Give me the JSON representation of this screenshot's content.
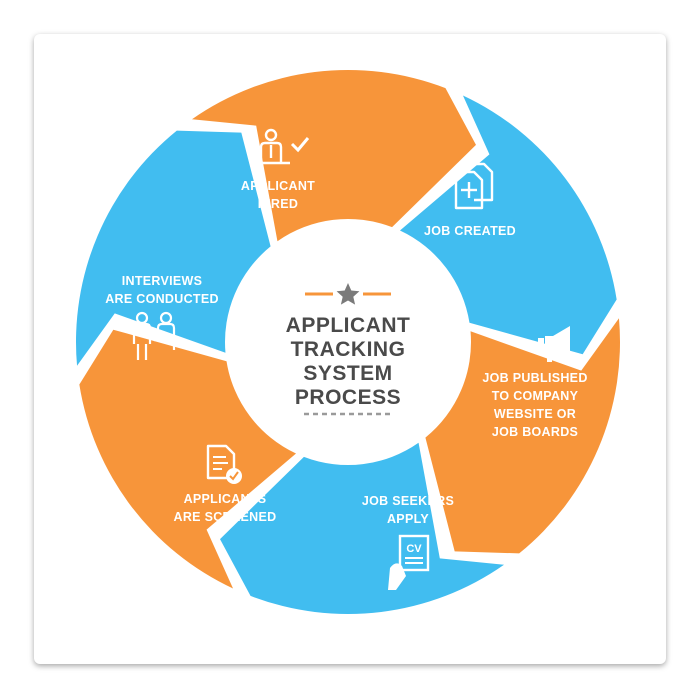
{
  "center": {
    "title_lines": [
      "APPLICANT",
      "TRACKING",
      "SYSTEM",
      "PROCESS"
    ]
  },
  "colors": {
    "blue": "#41bdf0",
    "orange": "#f7953a",
    "center_text": "#4a4a4a",
    "star": "#7a7a7a"
  },
  "steps": [
    {
      "lines": [
        "JOB CREATED"
      ],
      "color": "blue",
      "icon": "documents-icon"
    },
    {
      "lines": [
        "JOB PUBLISHED",
        "TO COMPANY",
        "WEBSITE OR",
        "JOB BOARDS"
      ],
      "color": "orange",
      "icon": "megaphone-icon"
    },
    {
      "lines": [
        "JOB SEEKERS",
        "APPLY"
      ],
      "color": "blue",
      "icon": "cv-icon"
    },
    {
      "lines": [
        "APPLICANTS",
        "ARE SCREENED"
      ],
      "color": "orange",
      "icon": "screened-document-icon"
    },
    {
      "lines": [
        "INTERVIEWS",
        "ARE CONDUCTED"
      ],
      "color": "blue",
      "icon": "interview-people-icon"
    },
    {
      "lines": [
        "APPLICANT",
        "HIRED"
      ],
      "color": "orange",
      "icon": "hired-person-icon"
    }
  ]
}
